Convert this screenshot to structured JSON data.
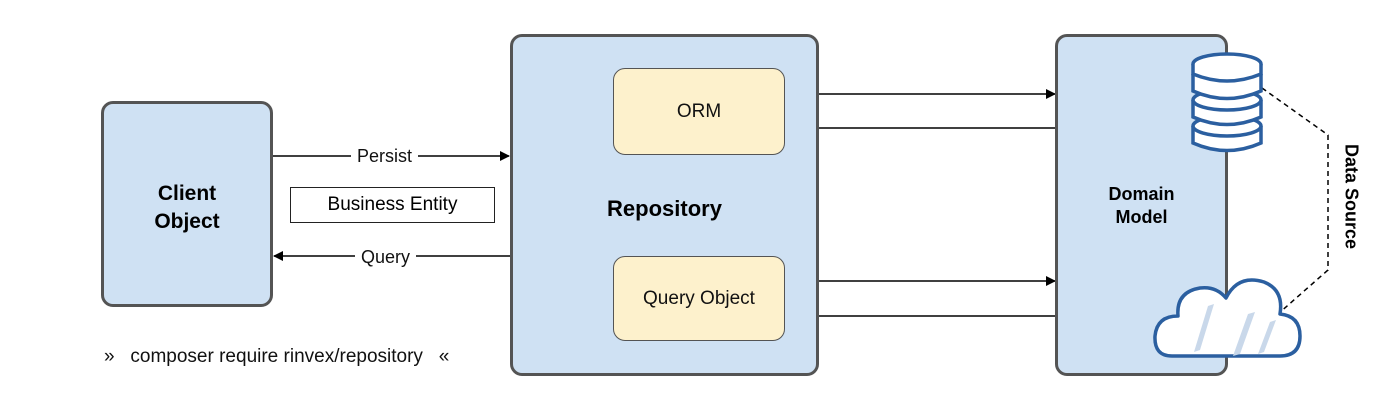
{
  "nodes": {
    "client": "Client\nObject",
    "repository": "Repository",
    "orm": "ORM",
    "query_object": "Query Object",
    "domain_model": "Domain\nModel"
  },
  "edges": {
    "persist": "Persist",
    "query": "Query"
  },
  "entity_label": "Business Entity",
  "data_source_label": "Data Source",
  "footnote": "»   composer require rinvex/repository   «",
  "icons": [
    "database-icon",
    "cloud-icon"
  ],
  "colors": {
    "box_fill": "#cfe1f3",
    "inner_fill": "#fdf1cc",
    "icon_blue": "#2b5fa0"
  }
}
